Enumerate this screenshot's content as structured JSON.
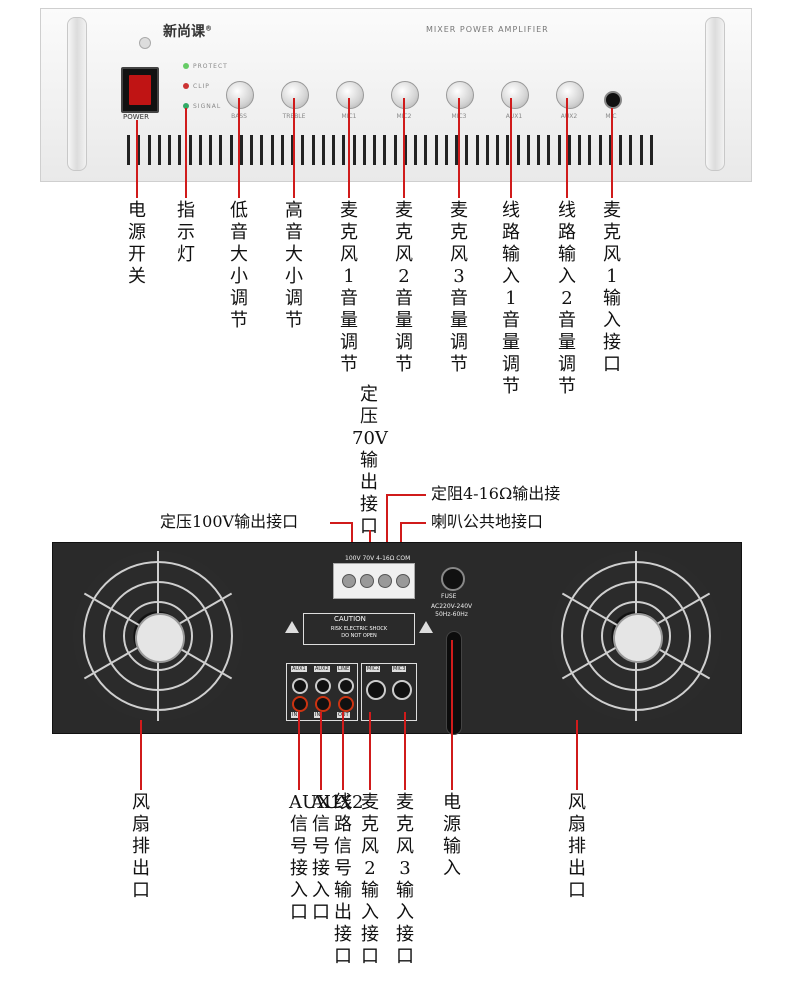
{
  "front_panel": {
    "brand": "新尚课",
    "brand_mark": "®",
    "model": "MIXER POWER AMPLIFIER",
    "power_label": "POWER",
    "indicators": [
      "PROTECT",
      "CLIP",
      "SIGNAL"
    ],
    "knob_labels": [
      "BASS",
      "TREBLE",
      "MIC1",
      "MIC2",
      "MIC3",
      "AUX1",
      "AUX2"
    ],
    "mic_label": "MIC"
  },
  "front_callouts": [
    "电源开关",
    "指示灯",
    "低音大小调节",
    "高音大小调节",
    "麦克风1音量调节",
    "麦克风2音量调节",
    "麦克风3音量调节",
    "线路输入1音量调节",
    "线路输入2音量调节",
    "麦克风1输入接口"
  ],
  "rear_top_callouts": {
    "v70": [
      "定",
      "压",
      "70V",
      "输",
      "出",
      "接",
      "口"
    ],
    "v100": "定压100V输出接口",
    "ohm": "定阻4-16Ω输出接",
    "com": "喇叭公共地接口"
  },
  "rear_panel": {
    "terminal_labels": "100V  70V  4-16Ω  COM",
    "fuse": "FUSE",
    "ac_line1": "AC220V-240V",
    "ac_line2": "50Hz-60Hz",
    "caution_title": "CAUTION",
    "caution_line1": "RISK ELECTRIC SHOCK",
    "caution_line2": "DO NOT OPEN",
    "io_tags": [
      "AUX1",
      "AUX2",
      "LINE",
      "MIC2",
      "MIC3",
      "IN",
      "IN",
      "OUT"
    ]
  },
  "rear_bottom_callouts": [
    "风扇排出口",
    "AUX1信号接入口",
    "AUX2信号接入口",
    "线路信号输出接口",
    "麦克风2输入接口",
    "麦克风3输入接口",
    "电源输入",
    "风扇排出口"
  ]
}
